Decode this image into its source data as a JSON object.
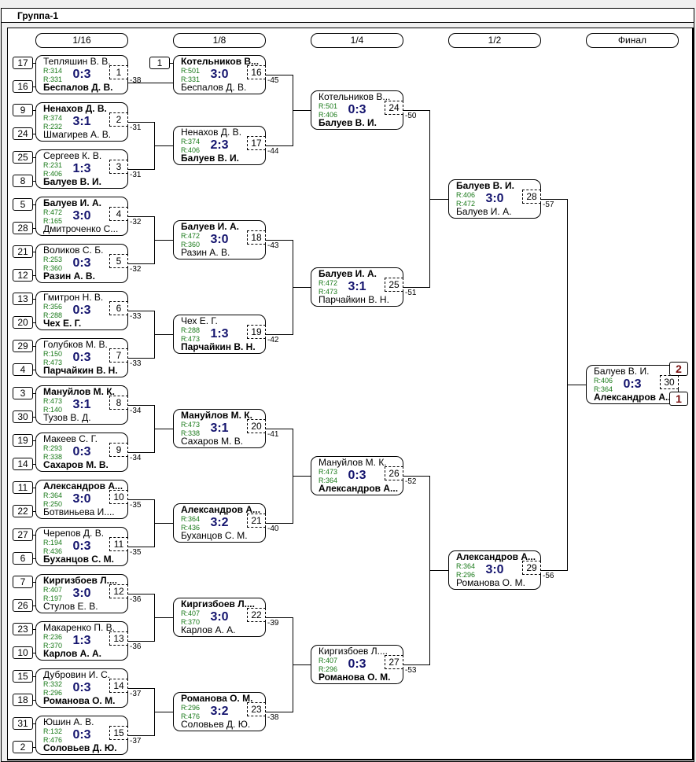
{
  "window": {
    "title": "Группа-1"
  },
  "rounds": [
    "1/16",
    "1/8",
    "1/4",
    "1/2",
    "Финал"
  ],
  "round1": [
    {
      "seeds": [
        "17",
        "16"
      ],
      "p1": "Тепляшин В. В.",
      "p2": "Беспалов Д. В.",
      "r1": "R:314",
      "r2": "R:331",
      "score": "0:3",
      "num": "1",
      "winner": 2,
      "loser_to": "-38"
    },
    {
      "seeds": [
        "9",
        "24"
      ],
      "p1": "Ненахов Д. В.",
      "p2": "Шмагирев А. В.",
      "r1": "R:374",
      "r2": "R:232",
      "score": "3:1",
      "num": "2",
      "winner": 1,
      "loser_to": "-31"
    },
    {
      "seeds": [
        "25",
        "8"
      ],
      "p1": "Сергеев К. В.",
      "p2": "Балуев В. И.",
      "r1": "R:231",
      "r2": "R:406",
      "score": "1:3",
      "num": "3",
      "winner": 2,
      "loser_to": "-31"
    },
    {
      "seeds": [
        "5",
        "28"
      ],
      "p1": "Балуев И. А.",
      "p2": "Дмитроченко С...",
      "r1": "R:472",
      "r2": "R:165",
      "score": "3:0",
      "num": "4",
      "winner": 1,
      "loser_to": "-32"
    },
    {
      "seeds": [
        "21",
        "12"
      ],
      "p1": "Воликов С. Б.",
      "p2": "Разин А. В.",
      "r1": "R:253",
      "r2": "R:360",
      "score": "0:3",
      "num": "5",
      "winner": 2,
      "loser_to": "-32"
    },
    {
      "seeds": [
        "13",
        "20"
      ],
      "p1": "Гмитрон Н. В.",
      "p2": "Чех Е. Г.",
      "r1": "R:356",
      "r2": "R:288",
      "score": "0:3",
      "num": "6",
      "winner": 2,
      "loser_to": "-33"
    },
    {
      "seeds": [
        "29",
        "4"
      ],
      "p1": "Голубков М. В.",
      "p2": "Парчайкин В. Н.",
      "r1": "R:150",
      "r2": "R:473",
      "score": "0:3",
      "num": "7",
      "winner": 2,
      "loser_to": "-33"
    },
    {
      "seeds": [
        "3",
        "30"
      ],
      "p1": "Мануйлов М. К.",
      "p2": "Тузов В. Д.",
      "r1": "R:473",
      "r2": "R:140",
      "score": "3:1",
      "num": "8",
      "winner": 1,
      "loser_to": "-34"
    },
    {
      "seeds": [
        "19",
        "14"
      ],
      "p1": "Макеев С. Г.",
      "p2": "Сахаров М. В.",
      "r1": "R:293",
      "r2": "R:338",
      "score": "0:3",
      "num": "9",
      "winner": 2,
      "loser_to": "-34"
    },
    {
      "seeds": [
        "11",
        "22"
      ],
      "p1": "Александров А...",
      "p2": "Ботвиньева И....",
      "r1": "R:364",
      "r2": "R:250",
      "score": "3:0",
      "num": "10",
      "winner": 1,
      "loser_to": "-35"
    },
    {
      "seeds": [
        "27",
        "6"
      ],
      "p1": "Черепов Д. В.",
      "p2": "Буханцов С. М.",
      "r1": "R:194",
      "r2": "R:436",
      "score": "0:3",
      "num": "11",
      "winner": 2,
      "loser_to": "-35"
    },
    {
      "seeds": [
        "7",
        "26"
      ],
      "p1": "Киргизбоев Л....",
      "p2": "Стулов Е. В.",
      "r1": "R:407",
      "r2": "R:197",
      "score": "3:0",
      "num": "12",
      "winner": 1,
      "loser_to": "-36"
    },
    {
      "seeds": [
        "23",
        "10"
      ],
      "p1": "Макаренко П. В.",
      "p2": "Карлов А. А.",
      "r1": "R:236",
      "r2": "R:370",
      "score": "1:3",
      "num": "13",
      "winner": 2,
      "loser_to": "-36"
    },
    {
      "seeds": [
        "15",
        "18"
      ],
      "p1": "Дубровин И. С.",
      "p2": "Романова О. М.",
      "r1": "R:332",
      "r2": "R:296",
      "score": "0:3",
      "num": "14",
      "winner": 2,
      "loser_to": "-37"
    },
    {
      "seeds": [
        "31",
        "2"
      ],
      "p1": "Юшин А. В.",
      "p2": "Соловьев Д. Ю.",
      "r1": "R:132",
      "r2": "R:476",
      "score": "0:3",
      "num": "15",
      "winner": 2,
      "loser_to": "-37"
    }
  ],
  "round2_bye_seed": "1",
  "round2": [
    {
      "p1": "Котельников В...",
      "p2": "Беспалов Д. В.",
      "r1": "R:501",
      "r2": "R:331",
      "score": "3:0",
      "num": "16",
      "winner": 1,
      "loser_to": "-45"
    },
    {
      "p1": "Ненахов Д. В.",
      "p2": "Балуев В. И.",
      "r1": "R:374",
      "r2": "R:406",
      "score": "2:3",
      "num": "17",
      "winner": 2,
      "loser_to": "-44"
    },
    {
      "p1": "Балуев И. А.",
      "p2": "Разин А. В.",
      "r1": "R:472",
      "r2": "R:360",
      "score": "3:0",
      "num": "18",
      "winner": 1,
      "loser_to": "-43"
    },
    {
      "p1": "Чех Е. Г.",
      "p2": "Парчайкин В. Н.",
      "r1": "R:288",
      "r2": "R:473",
      "score": "1:3",
      "num": "19",
      "winner": 2,
      "loser_to": "-42"
    },
    {
      "p1": "Мануйлов М. К.",
      "p2": "Сахаров М. В.",
      "r1": "R:473",
      "r2": "R:338",
      "score": "3:1",
      "num": "20",
      "winner": 1,
      "loser_to": "-41"
    },
    {
      "p1": "Александров А...",
      "p2": "Буханцов С. М.",
      "r1": "R:364",
      "r2": "R:436",
      "score": "3:2",
      "num": "21",
      "winner": 1,
      "loser_to": "-40"
    },
    {
      "p1": "Киргизбоев Л....",
      "p2": "Карлов А. А.",
      "r1": "R:407",
      "r2": "R:370",
      "score": "3:0",
      "num": "22",
      "winner": 1,
      "loser_to": "-39"
    },
    {
      "p1": "Романова О. М.",
      "p2": "Соловьев Д. Ю.",
      "r1": "R:296",
      "r2": "R:476",
      "score": "3:2",
      "num": "23",
      "winner": 1,
      "loser_to": "-38"
    }
  ],
  "round3": [
    {
      "p1": "Котельников В...",
      "p2": "Балуев В. И.",
      "r1": "R:501",
      "r2": "R:406",
      "score": "0:3",
      "num": "24",
      "winner": 2,
      "loser_to": "-50"
    },
    {
      "p1": "Балуев И. А.",
      "p2": "Парчайкин В. Н.",
      "r1": "R:472",
      "r2": "R:473",
      "score": "3:1",
      "num": "25",
      "winner": 1,
      "loser_to": "-51"
    },
    {
      "p1": "Мануйлов М. К.",
      "p2": "Александров А...",
      "r1": "R:473",
      "r2": "R:364",
      "score": "0:3",
      "num": "26",
      "winner": 2,
      "loser_to": "-52"
    },
    {
      "p1": "Киргизбоев Л....",
      "p2": "Романова О. М.",
      "r1": "R:407",
      "r2": "R:296",
      "score": "0:3",
      "num": "27",
      "winner": 2,
      "loser_to": "-53"
    }
  ],
  "round4": [
    {
      "p1": "Балуев В. И.",
      "p2": "Балуев И. А.",
      "r1": "R:406",
      "r2": "R:472",
      "score": "3:0",
      "num": "28",
      "winner": 1,
      "loser_to": "-57"
    },
    {
      "p1": "Александров А...",
      "p2": "Романова О. М.",
      "r1": "R:364",
      "r2": "R:296",
      "score": "3:0",
      "num": "29",
      "winner": 1,
      "loser_to": "-56"
    }
  ],
  "final": {
    "p1": "Балуев В. И.",
    "p2": "Александров А...",
    "r1": "R:406",
    "r2": "R:364",
    "score": "0:3",
    "num": "30",
    "winner": 2,
    "place1": "2",
    "place2": "1"
  }
}
